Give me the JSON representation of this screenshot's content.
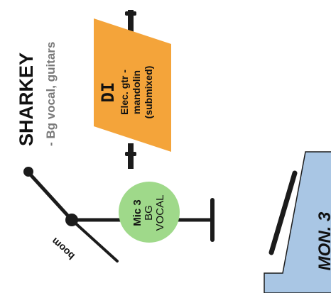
{
  "performer": {
    "name": "SHARKEY",
    "role": "- Bg vocal, guitars"
  },
  "di_box": {
    "title": "DI",
    "line1": "Elec. gtr -",
    "line2": "mandolin",
    "line3": "(submixed)",
    "fill_color": "#f4a43a"
  },
  "mic": {
    "line1": "Mic 3",
    "line2": "BG",
    "line3": "VOCAL",
    "fill_color": "#9fd98a"
  },
  "boom_label": "boom",
  "monitor": {
    "label": "MON. 3",
    "fill_color": "#a9c6e4"
  },
  "colors": {
    "stand": "#1b1b1b",
    "role_text": "#7a7a7a"
  }
}
